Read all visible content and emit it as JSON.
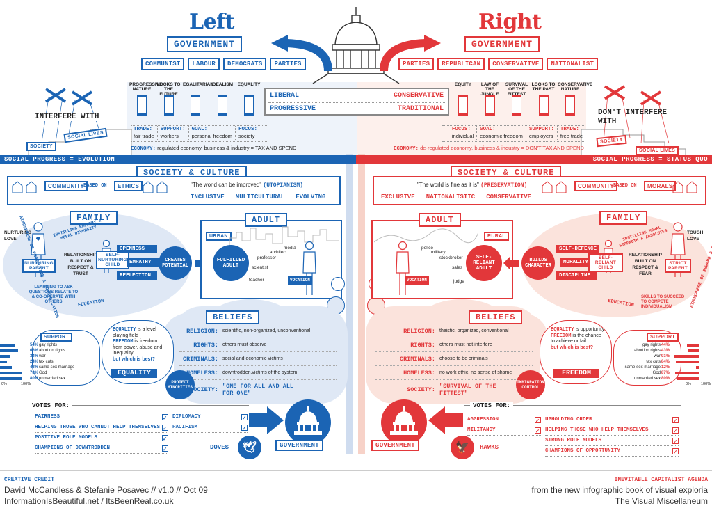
{
  "colors": {
    "left": "#1b64b4",
    "right": "#e2373a",
    "left_light": "#dfe8f5",
    "right_light": "#fbe3dc"
  },
  "left": {
    "title": "Left",
    "government": "GOVERNMENT",
    "parties": [
      "COMMUNIST",
      "LABOUR",
      "DEMOCRATS",
      "PARTIES"
    ],
    "pillars": [
      "PROGRESSIVE NATURE",
      "LOOKS TO THE FUTURE",
      "EGALITARIAN",
      "IDEALISM",
      "EQUALITY"
    ],
    "interfere": "INTERFERE WITH",
    "society": "SOCIETY",
    "social_lives": "SOCIAL LIVES",
    "policies": [
      {
        "k": "TRADE:",
        "v": "fair trade"
      },
      {
        "k": "SUPPORT:",
        "v": "workers"
      },
      {
        "k": "GOAL:",
        "v": "personal freedom"
      },
      {
        "k": "FOCUS:",
        "v": "society"
      }
    ],
    "economy_label": "ECONOMY:",
    "economy": "regulated economy, business & industry = TAX AND SPEND",
    "social_progress": "SOCIAL PROGRESS = EVOLUTION",
    "society_culture": "SOCIETY & CULTURE",
    "community": "COMMUNITY",
    "based_on": "BASED ON",
    "basis": "ETHICS",
    "quote": "\"The world can be improved\"",
    "quote_tag": "(UTOPIANISM)",
    "tagline": "INCLUSIVE   MULTICULTURAL   EVOLVING",
    "family": "FAMILY",
    "nurturing_love": "NURTURING LOVE",
    "nurturing_parent": "NURTURING PARENT",
    "relationship": "RELATIONSHIP BUILT ON RESPECT & TRUST",
    "child": "SELF-NURTURING CHILD",
    "instilling": "INSTILLING EMPATHY & MORAL DIVERSITY",
    "learning": "LEARNING TO ASK QUESTIONS RELATE TO & CO-OPERATE WITH OTHERS",
    "education": "EDUCATION",
    "traits": [
      "OPENNESS",
      "EMPATHY",
      "REFLECTION"
    ],
    "creates": "CREATES POTENTIAL",
    "atmosphere": "ATMOSPHERE OF PROTECTION & COMMUNICATION",
    "adult": "ADULT",
    "setting": "URBAN",
    "fulfilled": "FULFILLED ADULT",
    "jobs": [
      "media",
      "architect",
      "professor",
      "scientist",
      "teacher"
    ],
    "vocation": "VOCATION",
    "beliefs": "BELIEFS",
    "belief_rows": [
      {
        "k": "RELIGION:",
        "v": "scientific, non-organized, unconventional"
      },
      {
        "k": "RIGHTS:",
        "v": "others must observe"
      },
      {
        "k": "CRIMINALS:",
        "v": "social and economic victims"
      },
      {
        "k": "HOMELESS:",
        "v": "downtrodden,victims of the system"
      },
      {
        "k": "SOCIETY:",
        "v": "\"ONE FOR ALL AND ALL FOR ONE\""
      }
    ],
    "equality_text1": "EQUALITY",
    "equality_text1b": "is a level playing field",
    "equality_text2": "FREEDOM",
    "equality_text2b": "is freedom from power, abuse and inequality",
    "which_best": "but which is best?",
    "choice": "EQUALITY",
    "protect": "PROTECT MINORITIES",
    "support_title": "SUPPORT",
    "support": [
      {
        "pct": "54%",
        "label": "gay rights",
        "value": 54
      },
      {
        "pct": "66%",
        "label": "abortion rights",
        "value": 66
      },
      {
        "pct": "34%",
        "label": "war",
        "value": 34
      },
      {
        "pct": "24%",
        "label": "tax cuts",
        "value": 24
      },
      {
        "pct": "43%",
        "label": "same-sex marriage",
        "value": 43
      },
      {
        "pct": "78%",
        "label": "God",
        "value": 78
      },
      {
        "pct": "80%",
        "label": "unmarried sex",
        "value": 80
      }
    ],
    "axis0": "0%",
    "axis100": "100%",
    "votes_for": "VOTES FOR:",
    "votes": [
      "FAIRNESS",
      "HELPING THOSE WHO CANNOT HELP THEMSELVES",
      "POSITIVE ROLE MODELS",
      "CHAMPIONS OF DOWNTRODDEN"
    ],
    "votes2": [
      "DIPLOMACY",
      "PACIFISM"
    ],
    "bird": "DOVES",
    "gov_bottom": "GOVERNMENT"
  },
  "center": {
    "liberal": "LIBERAL",
    "progressive": "PROGRESSIVE",
    "conservative": "CONSERVATIVE",
    "traditional": "TRADITIONAL"
  },
  "right": {
    "title": "Right",
    "government": "GOVERNMENT",
    "parties": [
      "PARTIES",
      "REPUBLICAN",
      "CONSERVATIVE",
      "NATIONALIST"
    ],
    "pillars": [
      "EQUITY",
      "LAW OF THE JUNGLE",
      "SURVIVAL OF THE FITTEST",
      "LOOKS TO THE PAST",
      "CONSERVATIVE NATURE"
    ],
    "interfere": "DON'T INTERFERE WITH",
    "society": "SOCIETY",
    "social_lives": "SOCIAL LIVES",
    "policies": [
      {
        "k": "FOCUS:",
        "v": "individual"
      },
      {
        "k": "GOAL:",
        "v": "economic freedom"
      },
      {
        "k": "SUPPORT:",
        "v": "employers"
      },
      {
        "k": "TRADE:",
        "v": "free trade"
      }
    ],
    "economy_label": "ECONOMY:",
    "economy": "de-regulated economy, business & industry = DON'T TAX AND SPEND",
    "social_progress": "SOCIAL PROGRESS = STATUS QUO",
    "society_culture": "SOCIETY & CULTURE",
    "community": "COMMUNITY",
    "based_on": "BASED ON",
    "basis": "MORALS",
    "quote": "\"The world is fine as it is\"",
    "quote_tag": "(PRESERVATION)",
    "tagline": "EXCLUSIVE   NATIONALISTIC   CONSERVATIVE",
    "family": "FAMILY",
    "tough_love": "TOUGH LOVE",
    "strict_parent": "STRICT PARENT",
    "relationship": "RELATIONSHIP BUILT ON RESPECT & FEAR",
    "child": "SELF-RELIANT CHILD",
    "instilling": "INSTILLING MORAL STRENGTH & ABSOLUTES",
    "skills": "SKILLS TO SUCCEED TO COMPETE INDIVIDUALISM",
    "education": "EDUCATION",
    "traits": [
      "SELF-DEFENCE",
      "MORALITY",
      "DISCIPLINE"
    ],
    "builds": "BUILDS CHARACTER",
    "atmosphere": "ATMOSPHERE OF REWARD & PUNISHMENT",
    "adult": "ADULT",
    "setting": "RURAL",
    "reliant": "SELF-RELIANT ADULT",
    "jobs": [
      "police",
      "military",
      "stockbroker",
      "sales",
      "judge"
    ],
    "vocation": "VOCATION",
    "beliefs": "BELIEFS",
    "belief_rows": [
      {
        "k": "RELIGION:",
        "v": "theistic, organized, conventional"
      },
      {
        "k": "RIGHTS:",
        "v": "others must not interfere"
      },
      {
        "k": "CRIMINALS:",
        "v": "choose to be criminals"
      },
      {
        "k": "HOMELESS:",
        "v": "no work ethic, no sense of shame"
      },
      {
        "k": "SOCIETY:",
        "v": "\"SURVIVAL OF THE FITTEST\""
      }
    ],
    "equality_text1": "EQUALITY",
    "equality_text1b": "is opportunity",
    "equality_text2": "FREEDOM",
    "equality_text2b": "is the chance to achieve or fail",
    "which_best": "but which is best?",
    "choice": "FREEDOM",
    "immigration": "IMMIGRATION CONTROL",
    "support_title": "SUPPORT",
    "support": [
      {
        "pct": "44%",
        "label": "gay rights",
        "value": 44
      },
      {
        "pct": "43%",
        "label": "abortion rights",
        "value": 43
      },
      {
        "pct": "91%",
        "label": "war",
        "value": 91
      },
      {
        "pct": "84%",
        "label": "tax cuts",
        "value": 84
      },
      {
        "pct": "12%",
        "label": "same-sex marriage",
        "value": 12
      },
      {
        "pct": "87%",
        "label": "God",
        "value": 87
      },
      {
        "pct": "80%",
        "label": "unmarried sex",
        "value": 80
      }
    ],
    "axis0": "0%",
    "axis100": "100%",
    "votes_for": "VOTES FOR:",
    "votes": [
      "AGGRESSION",
      "MILITANCY"
    ],
    "votes2": [
      "UPHOLDING ORDER",
      "HELPING THOSE WHO HELP THEMSELVES",
      "STRONG ROLE MODELS",
      "CHAMPIONS OF OPPORTUNITY"
    ],
    "bird": "HAWKS",
    "gov_bottom": "GOVERNMENT"
  },
  "footer": {
    "credit_label": "CREATIVE CREDIT",
    "authors": "David McCandless & Stefanie Posavec // v1.0 // Oct 09",
    "sites": "InformationIsBeautiful.net / ItsBeenReal.co.uk",
    "agenda": "INEVITABLE CAPITALIST AGENDA",
    "from_book": "from the new infographic book of visual exploria",
    "book": "The Visual Miscellaneum"
  }
}
